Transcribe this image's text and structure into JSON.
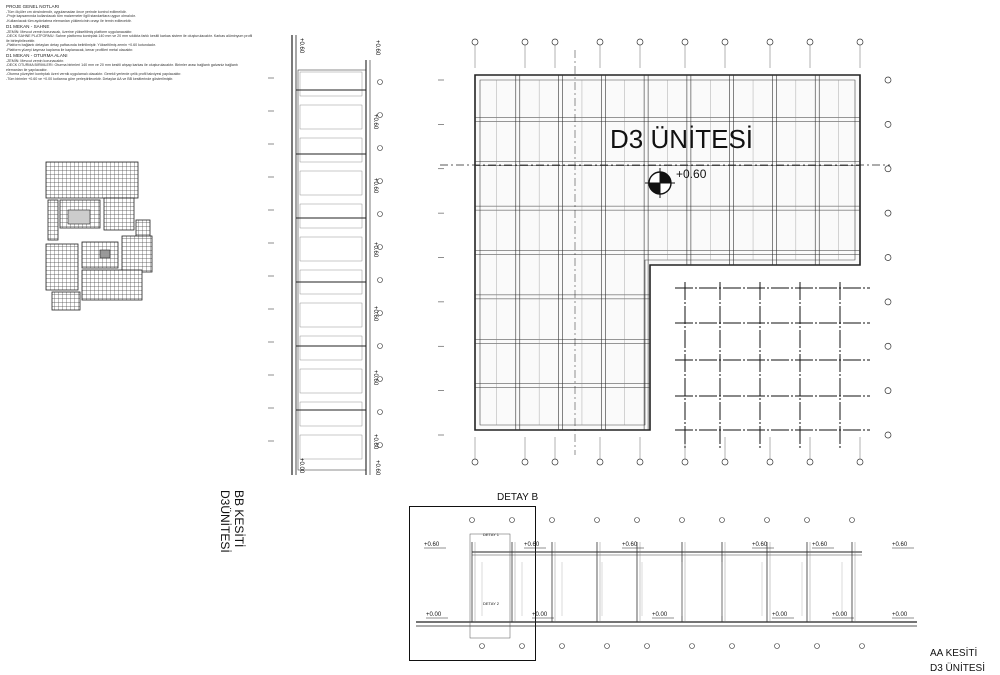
{
  "notes": {
    "title": "PROJE GENEL NOTLARI",
    "lines": [
      "-Tüm ölçüler cm cinsindendir, uygulamadan önce yerinde kontrol edilmelidir.",
      "-Proje kapsamında kullanılacak tüm malzemeler ilgili standartlara uygun olmalıdır.",
      "-Kullanılacak tüm aydınlatma elemanları yüklenicinin onayı ile temin edilecektir."
    ],
    "section1_title": "D1 MEKAN - SAHNE",
    "section1_lines": [
      "-ZEMİN: Mevcut zemin korunacak, üzerine yükseltilmiş platform uygulanacaktır.",
      "-DECK SAHNE PLATFORMU: Sahne platformu kontrplak 140 mm ve 20 mm sıklıkta farklı kesitli karkas sistem ile oluşturulacaktır. Karkas alüminyum profil ile birleştirilecektir.",
      "-Platform bağlantı detayları detay paftasında belirtilmiştir. Yükseltilmiş zemin +0.60 kotundadır.",
      "-Platform yüzeyi kaymaz kaplama ile kaplanacak, kenar profilleri metal olacaktır."
    ],
    "section2_title": "D1 MEKAN - OTURMA ALANI",
    "section2_lines": [
      "-ZEMİN: Mevcut zemin korunacaktır.",
      "-DECK OTURMA BİRİMLERİ: Oturma birimleri 140 mm ve 20 mm kesitli ahşap karkas ile oluşturulacaktır. Birimler arası bağlantı galvaniz bağlantı elemanları ile yapılacaktır.",
      "-Oturma yüzeyleri kontrplak üzeri vernik uygulamalı olacaktır. Gerekli yerlerde çelik profil takviyesi yapılacaktır.",
      "-Tüm birimler +0.60 ve +0.00 kotlarına göre yerleştirilecektir. Detaylar AA ve BB kesitlerinde gösterilmiştir."
    ]
  },
  "main_plan": {
    "title": "D3 ÜNİTESİ",
    "level": "+0.60"
  },
  "section_bb": {
    "title": "BB KESİTİ",
    "subtitle": "D3ÜNİTESİ",
    "level_label": "+0.60",
    "top_level": "+0.60",
    "bottom_level": "+0.00"
  },
  "detail": {
    "title": "DETAY B",
    "tag1": "DETAY 1",
    "tag2": "DETAY 2"
  },
  "section_aa": {
    "title": "AA KESİTİ",
    "subtitle": "D3 ÜNİTESİ",
    "level_high": "+0.60",
    "level_low": "+0.00"
  },
  "colors": {
    "line": "#222222",
    "fill_dark": "#111111",
    "grid": "#555555"
  }
}
